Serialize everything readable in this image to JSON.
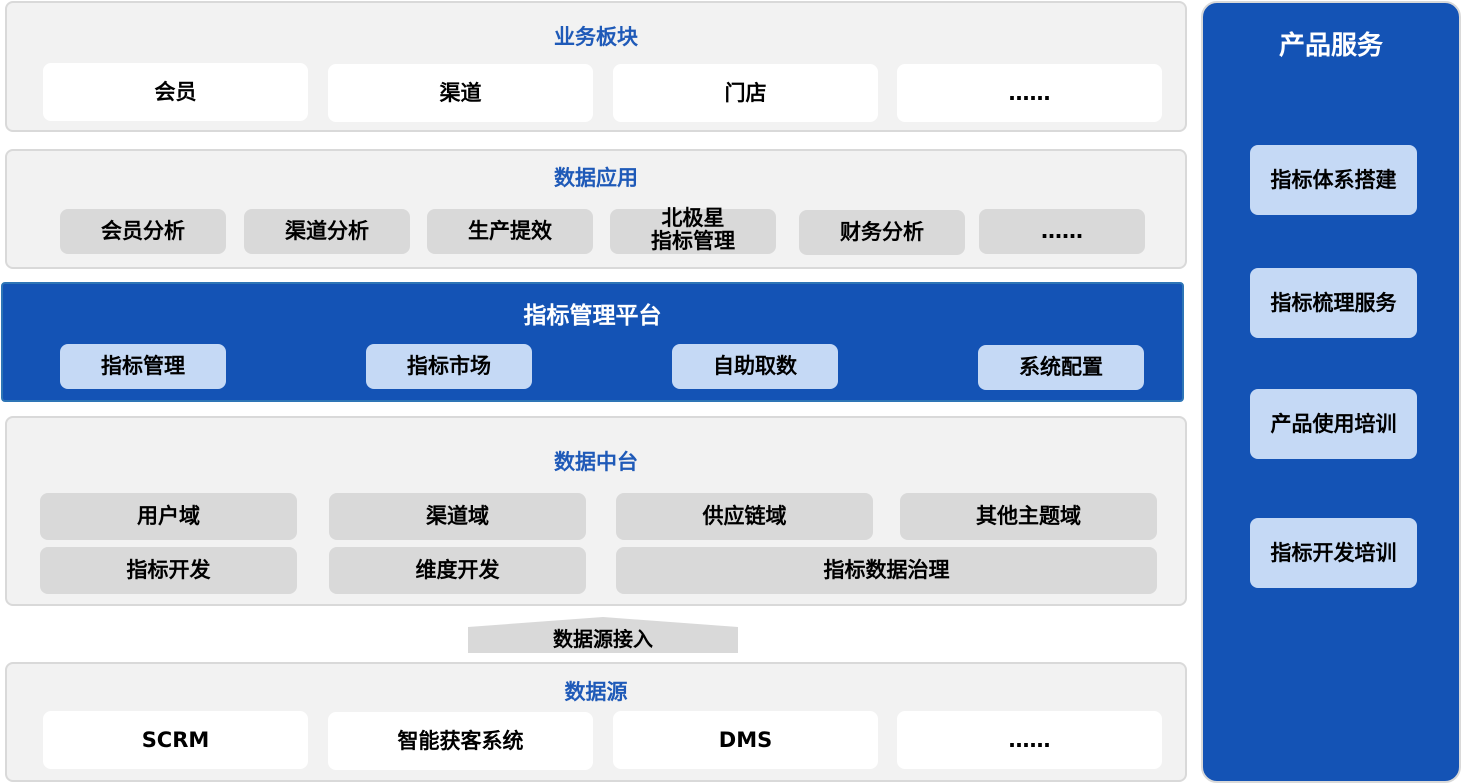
{
  "business": {
    "title": "业务板块",
    "items": [
      "会员",
      "渠道",
      "门店",
      "……"
    ]
  },
  "data_apps": {
    "title": "数据应用",
    "items": [
      "会员分析",
      "渠道分析",
      "生产提效",
      "北极星\n指标管理",
      "财务分析",
      "……"
    ],
    "north_star_line1": "北极星",
    "north_star_line2": "指标管理"
  },
  "platform": {
    "title": "指标管理平台",
    "items": [
      "指标管理",
      "指标市场",
      "自助取数",
      "系统配置"
    ]
  },
  "middle": {
    "title": "数据中台",
    "row1": [
      "用户域",
      "渠道域",
      "供应链域",
      "其他主题域"
    ],
    "row2": [
      "指标开发",
      "维度开发",
      "指标数据治理"
    ]
  },
  "ingest": {
    "label": "数据源接入"
  },
  "sources": {
    "title": "数据源",
    "items": [
      "SCRM",
      "智能获客系统",
      "DMS",
      "……"
    ]
  },
  "services": {
    "title": "产品服务",
    "items": [
      "指标体系搭建",
      "指标梳理服务",
      "产品使用培训",
      "指标开发培训"
    ]
  },
  "colors": {
    "accent_blue": "#1453b5",
    "title_blue": "#1f5ab8",
    "light_blue": "#c5d9f5",
    "panel_gray": "#f2f2f2",
    "box_gray": "#d9d9d9"
  }
}
